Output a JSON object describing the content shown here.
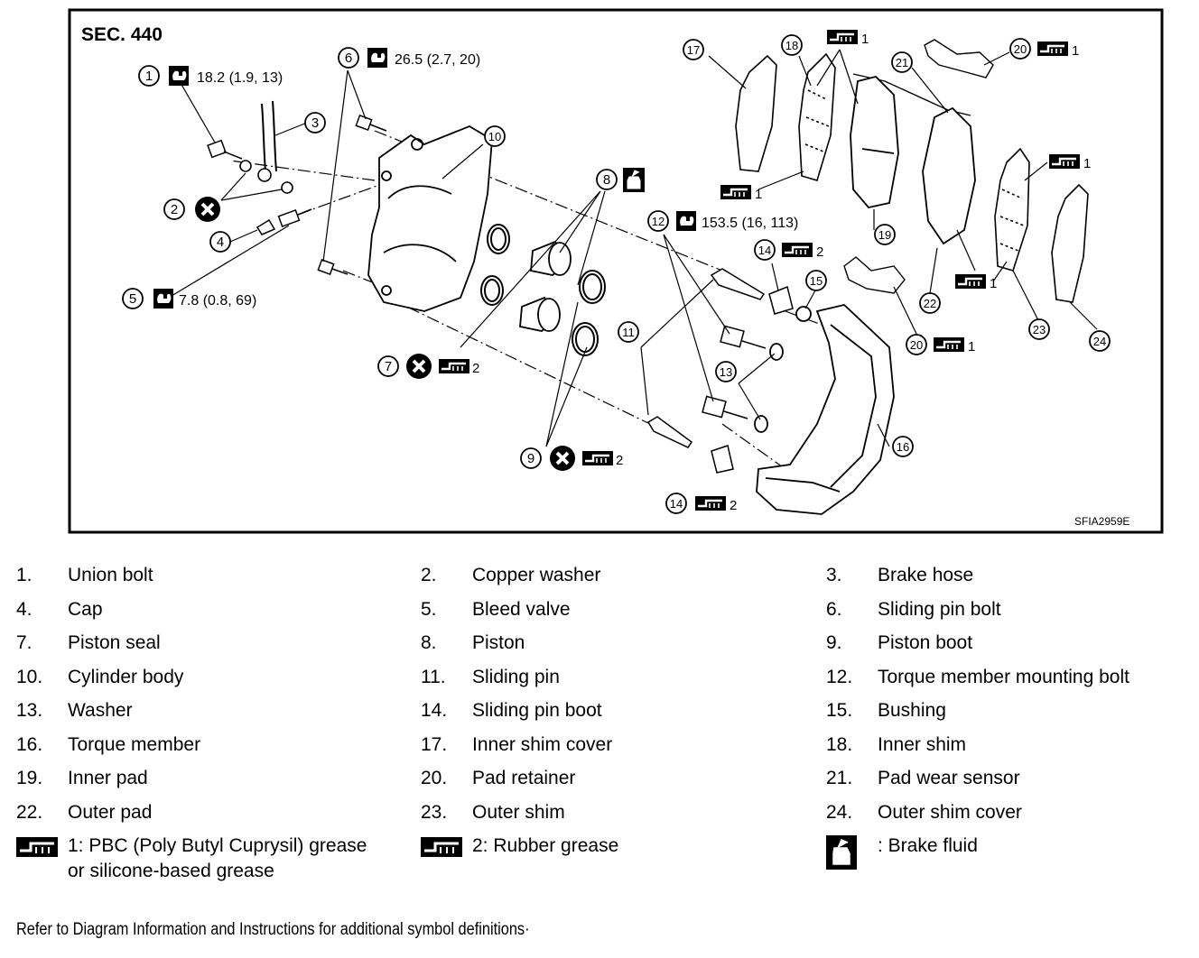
{
  "section": "SEC. 440",
  "figure_code": "SFIA2959E",
  "callouts": {
    "c1": {
      "num": "1",
      "torque": "18.2 (1.9, 13)"
    },
    "c2": {
      "num": "2"
    },
    "c3": {
      "num": "3"
    },
    "c4": {
      "num": "4"
    },
    "c5": {
      "num": "5",
      "torque": "7.8 (0.8, 69)"
    },
    "c6": {
      "num": "6",
      "torque": "26.5 (2.7, 20)"
    },
    "c7": {
      "num": "7",
      "grease": "2"
    },
    "c8": {
      "num": "8"
    },
    "c9": {
      "num": "9",
      "grease": "2"
    },
    "c10": {
      "num": "10"
    },
    "c11": {
      "num": "11"
    },
    "c12": {
      "num": "12",
      "torque": "153.5 (16, 113)"
    },
    "c13": {
      "num": "13"
    },
    "c14a": {
      "num": "14",
      "grease": "2"
    },
    "c14b": {
      "num": "14",
      "grease": "2"
    },
    "c15": {
      "num": "15"
    },
    "c16": {
      "num": "16"
    },
    "c17": {
      "num": "17"
    },
    "c18": {
      "num": "18"
    },
    "c19": {
      "num": "19"
    },
    "c20a": {
      "num": "20",
      "grease": "1"
    },
    "c20b": {
      "num": "20",
      "grease": "1"
    },
    "c21": {
      "num": "21"
    },
    "c22": {
      "num": "22"
    },
    "c23": {
      "num": "23"
    },
    "c24": {
      "num": "24"
    },
    "g18": {
      "grease": "1"
    },
    "g19": {
      "grease": "1"
    },
    "g22": {
      "grease": "1"
    },
    "g23": {
      "grease": "1"
    }
  },
  "parts": [
    {
      "num": "1.",
      "name": "Union bolt"
    },
    {
      "num": "2.",
      "name": "Copper washer"
    },
    {
      "num": "3.",
      "name": "Brake hose"
    },
    {
      "num": "4.",
      "name": "Cap"
    },
    {
      "num": "5.",
      "name": "Bleed valve"
    },
    {
      "num": "6.",
      "name": "Sliding pin bolt"
    },
    {
      "num": "7.",
      "name": "Piston seal"
    },
    {
      "num": "8.",
      "name": "Piston"
    },
    {
      "num": "9.",
      "name": "Piston boot"
    },
    {
      "num": "10.",
      "name": "Cylinder body"
    },
    {
      "num": "11.",
      "name": "Sliding pin"
    },
    {
      "num": "12.",
      "name": "Torque member mounting bolt"
    },
    {
      "num": "13.",
      "name": "Washer"
    },
    {
      "num": "14.",
      "name": "Sliding pin boot"
    },
    {
      "num": "15.",
      "name": "Bushing"
    },
    {
      "num": "16.",
      "name": "Torque member"
    },
    {
      "num": "17.",
      "name": "Inner shim cover"
    },
    {
      "num": "18.",
      "name": "Inner shim"
    },
    {
      "num": "19.",
      "name": "Inner pad"
    },
    {
      "num": "20.",
      "name": "Pad retainer"
    },
    {
      "num": "21.",
      "name": "Pad wear sensor"
    },
    {
      "num": "22.",
      "name": "Outer pad"
    },
    {
      "num": "23.",
      "name": "Outer shim"
    },
    {
      "num": "24.",
      "name": "Outer shim cover"
    }
  ],
  "symbols": {
    "grease1_line1": "1: PBC (Poly Butyl Cuprysil) grease",
    "grease1_line2": "or silicone-based grease",
    "grease2": "2: Rubber grease",
    "brake_fluid": ": Brake fluid"
  },
  "footnote": "Refer to Diagram Information and Instructions for additional symbol definitions·"
}
